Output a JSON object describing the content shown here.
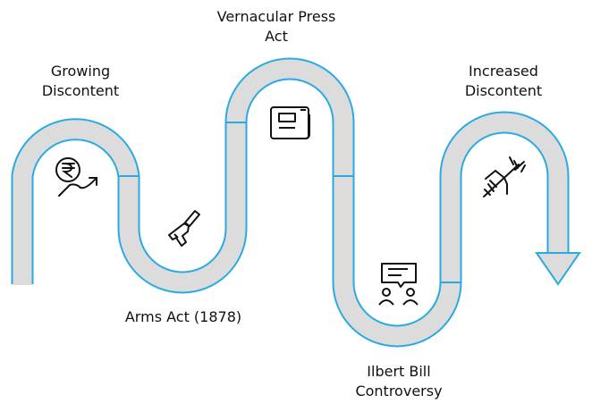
{
  "colors": {
    "track_border": "#29abe2",
    "track_fill": "#dcdcdc",
    "icon": "#111111"
  },
  "milestones": [
    {
      "lines": [
        "Growing",
        "Discontent"
      ],
      "icon": "rupee-trend-icon"
    },
    {
      "lines": [
        "Arms Act (1878)"
      ],
      "icon": "gun-icon"
    },
    {
      "lines": [
        "Vernacular Press",
        "Act"
      ],
      "icon": "newspaper-icon"
    },
    {
      "lines": [
        "Ilbert Bill",
        "Controversy"
      ],
      "icon": "discussion-icon"
    },
    {
      "lines": [
        "Increased",
        "Discontent"
      ],
      "icon": "fist-pitchfork-icon"
    }
  ]
}
